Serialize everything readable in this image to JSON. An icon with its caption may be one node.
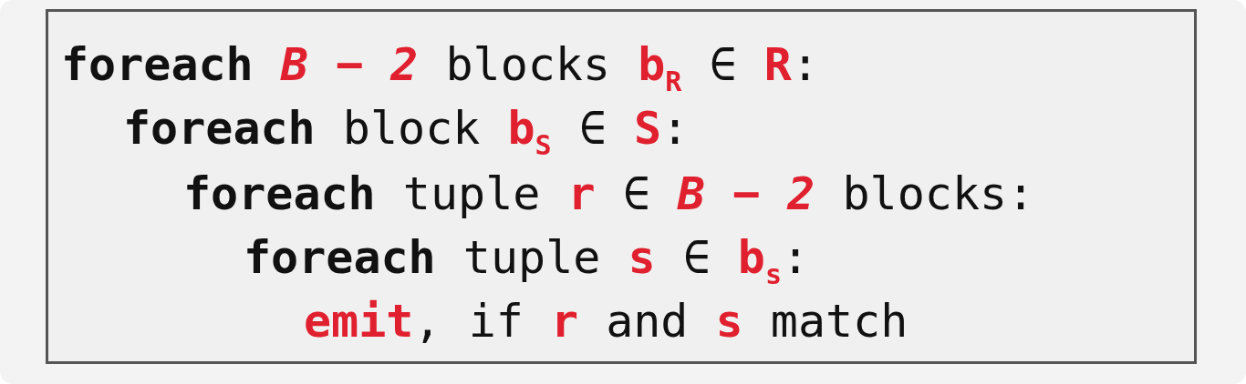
{
  "diagram": {
    "nodes": [
      {
        "text": [
          "**foreach** *B − 2* blocks **b$_{R}$** ∈ **R**:",
          "**foreach** block **b$_{S}$** ∈ **S**:",
          "**foreach** tuple **r** ∈ *B − 2* blocks:",
          "**foreach** tuple **s** ∈ **b$_{s}$**:",
          "**emit**, if **r** and **s** match"
        ]
      }
    ]
  }
}
